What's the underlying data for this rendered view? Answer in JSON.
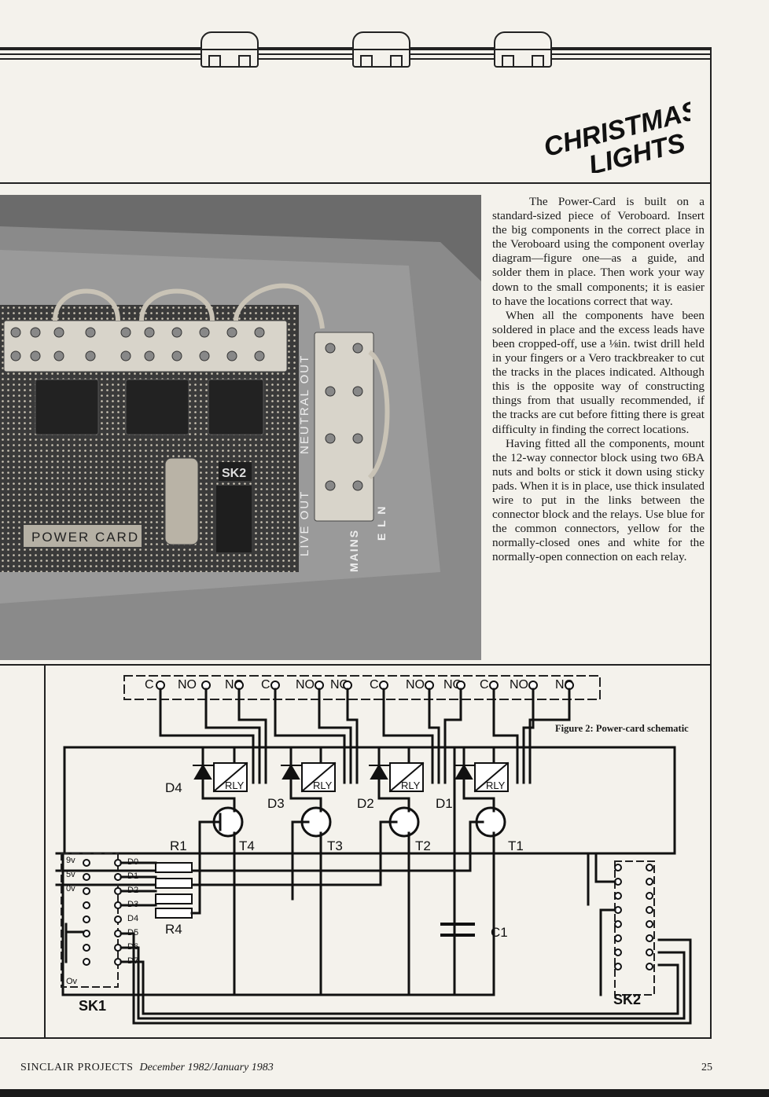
{
  "header": {
    "logo_line1": "CHRISTMAS",
    "logo_line2": "LIGHTS"
  },
  "photo": {
    "label_power_card": "POWER CARD",
    "label_sk2": "SK2",
    "label_live_out": "LIVE OUT",
    "label_neutral_out": "NEUTRAL OUT",
    "label_mains": "MAINS",
    "label_eln": "E L N"
  },
  "article": {
    "paragraphs": [
      "The Power-Card is built on a standard-sized piece of Veroboard. Insert the big components in the correct place in the Veroboard using the component overlay diagram—figure one—as a guide, and solder them in place. Then work your way down to the small components; it is easier to have the locations correct that way.",
      "When all the components have been soldered in place and the excess leads have been cropped-off, use a ⅛in. twist drill held in your fingers or a Vero trackbreaker to cut the tracks in the places indicated. Although this is the opposite way of constructing things from that usually recommended, if the tracks are cut before fitting there is great difficulty in finding the correct locations.",
      "Having fitted all the components, mount the 12-way connector block using two 6BA nuts and bolts or stick it down using sticky pads. When it is in place, use thick insulated wire to put in the links between the connector block and the relays. Use blue for the common connectors, yellow for the normally-closed ones and white for the normally-open connection on each relay."
    ]
  },
  "figure": {
    "caption": "Figure 2: Power-card schematic",
    "terminal_groups": [
      {
        "c": "C",
        "no": "NO",
        "nc": "NC"
      },
      {
        "c": "C",
        "no": "NO",
        "nc": "NC"
      },
      {
        "c": "C",
        "no": "NO",
        "nc": "NC"
      },
      {
        "c": "C",
        "no": "NO",
        "nc": "NC"
      }
    ],
    "diodes": [
      "D4",
      "D3",
      "D2",
      "D1"
    ],
    "relay_label": "RLY",
    "transistors": [
      "T4",
      "T3",
      "T2",
      "T1"
    ],
    "resistor_top": "R1",
    "resistor_bottom": "R4",
    "capacitor": "C1",
    "sk1": "SK1",
    "sk2": "SK2",
    "rail_labels": [
      "9v",
      "5v",
      "0v"
    ],
    "data_lines": [
      "D0",
      "D1",
      "D2",
      "D3",
      "D4",
      "D5",
      "D6",
      "D7"
    ],
    "ov_label": "Ov"
  },
  "footer": {
    "magazine": "SINCLAIR PROJECTS",
    "date": "December 1982/January 1983",
    "page_number": "25"
  }
}
